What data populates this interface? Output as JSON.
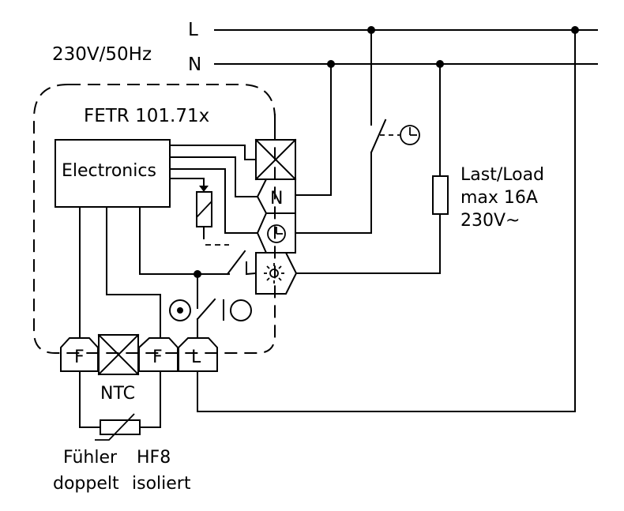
{
  "supply": {
    "voltage": "230V/50Hz",
    "line_label": "L",
    "neutral_label": "N"
  },
  "device": {
    "name": "FETR  101.71x",
    "electronics_label": "Electronics"
  },
  "terminals": {
    "neutral": "N",
    "sensor_1": "F",
    "sensor_2": "F",
    "line": "L"
  },
  "load": {
    "line1": "Last/Load",
    "line2": "max 16A",
    "line3": "230V~"
  },
  "sensor": {
    "type_label": "NTC",
    "caption_col1_line1": "Fühler",
    "caption_col1_line2": "doppelt",
    "caption_col2_line1": "HF8",
    "caption_col2_line2": "isoliert"
  },
  "icons": [
    "clock-icon",
    "sun-icon",
    "relay-coil-icon",
    "thermistor-icon"
  ],
  "colors": {
    "line": "#000000",
    "background": "#ffffff"
  }
}
